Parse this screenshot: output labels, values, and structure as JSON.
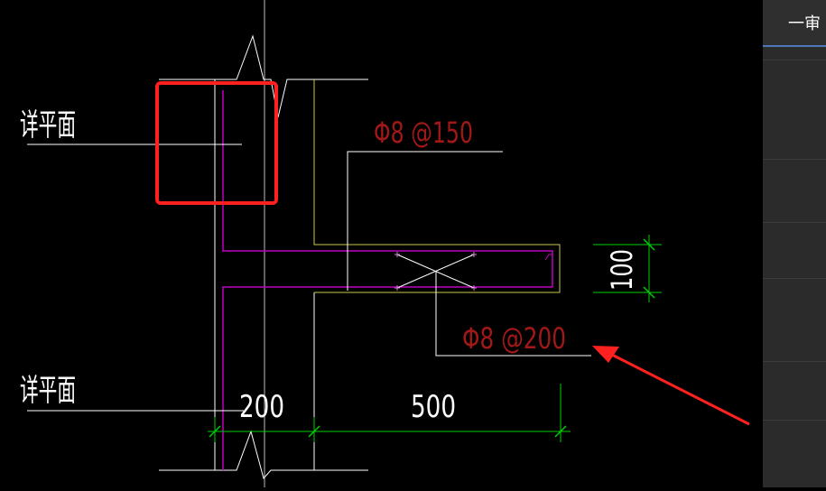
{
  "drawing": {
    "label_top": "详平面",
    "label_bottom": "详平面",
    "rebar_top": "Φ8 @150",
    "rebar_bottom": "Φ8 @200",
    "dim_vertical": "100",
    "dim_left": "200",
    "dim_right": "500"
  },
  "side_panel": {
    "tab_label": "一审"
  },
  "colors": {
    "background": "#000000",
    "white_line": "#ffffff",
    "magenta": "#c000c0",
    "yellow_green": "#c8c84a",
    "green": "#00d000",
    "dark_red": "#a01818",
    "highlight_red": "#ff2020"
  }
}
